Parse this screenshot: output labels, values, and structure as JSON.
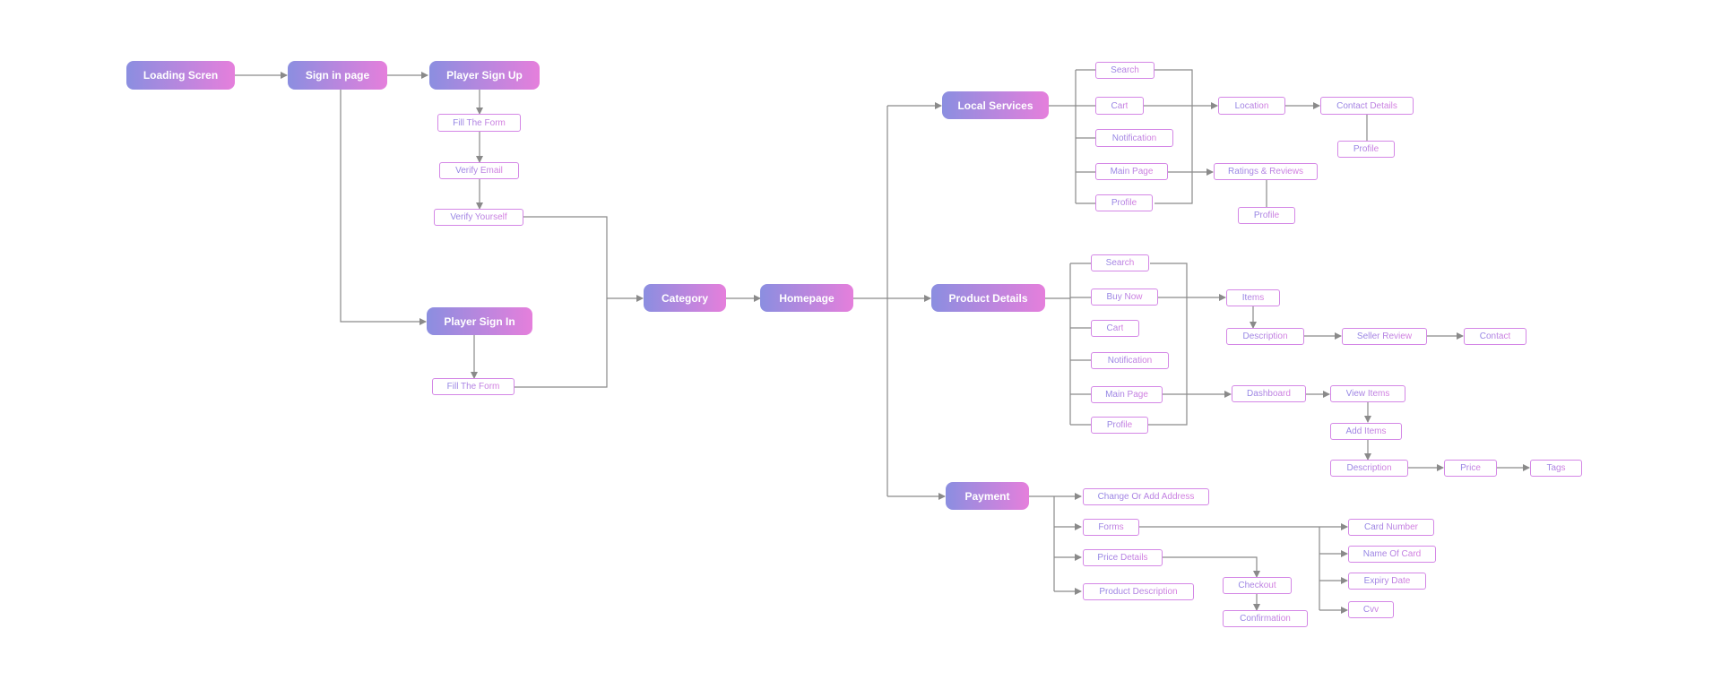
{
  "colors": {
    "gradient_start": "#8b8ee0",
    "gradient_end": "#e57fdc",
    "node_border": "#d487e6",
    "node_text": "#a67ae0",
    "connector": "#8a8a8a",
    "background": "#ffffff"
  },
  "nodes": {
    "loading_screen": "Loading Scren",
    "sign_in_page": "Sign in page",
    "player_sign_up": "Player Sign Up",
    "signup_fill_form": "Fill The Form",
    "verify_email": "Verify Email",
    "verify_yourself": "Verify Yourself",
    "player_sign_in": "Player Sign In",
    "signin_fill_form": "Fill The Form",
    "category": "Category",
    "homepage": "Homepage",
    "local_services": "Local Services",
    "ls_search": "Search",
    "ls_cart": "Cart",
    "ls_notification": "Notification",
    "ls_main_page": "Main Page",
    "ls_profile": "Profile",
    "ls_location": "Location",
    "ls_contact_details": "Contact Details",
    "ls_contact_profile": "Profile",
    "ls_ratings_reviews": "Ratings & Reviews",
    "ls_ratings_profile": "Profile",
    "product_details": "Product Details",
    "pd_search": "Search",
    "pd_buy_now": "Buy Now",
    "pd_cart": "Cart",
    "pd_notification": "Notification",
    "pd_main_page": "Main Page",
    "pd_profile": "Profile",
    "pd_items": "Items",
    "pd_description": "Description",
    "pd_seller_review": "Seller Review",
    "pd_contact": "Contact",
    "pd_dashboard": "Dashboard",
    "pd_view_items": "View Items",
    "pd_add_items": "Add Items",
    "pd_add_description": "Description",
    "pd_price": "Price",
    "pd_tags": "Tags",
    "payment": "Payment",
    "pay_change_address": "Change Or Add Address",
    "pay_forms": "Forms",
    "pay_price_details": "Price Details",
    "pay_product_description": "Product Description",
    "pay_checkout": "Checkout",
    "pay_confirmation": "Confirmation",
    "pay_card_number": "Card Number",
    "pay_name_of_card": "Name Of Card",
    "pay_expiry_date": "Expiry Date",
    "pay_cvv": "Cvv"
  }
}
